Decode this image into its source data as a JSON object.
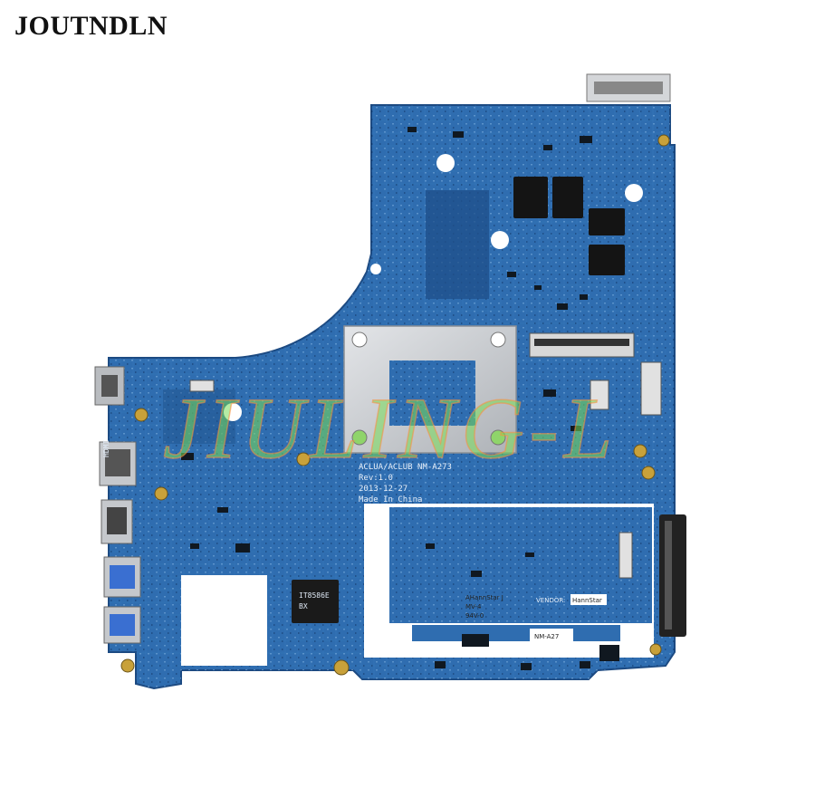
{
  "brand": {
    "text": "JOUTNDLN"
  },
  "board": {
    "model": "ACLUA/ACLUB  NM-A273",
    "rev": "Rev:1.0",
    "date": "2013-12-27",
    "origin": "Made In China",
    "vendor_label": "VENDOR:",
    "vendor_name": "HannStar",
    "tag": "NM-A27",
    "pcb_mark_1": "AHannStar J",
    "pcb_mark_2": "MV-4",
    "pcb_mark_3": "94V-0",
    "chip_1": "IT8586E",
    "chip_2": "BX",
    "hdmi_label": "HDMI"
  },
  "watermark": {
    "text": "JIULING-L"
  },
  "colors": {
    "pcb": "#2f6db0",
    "pcb_dark": "#1f4f8a",
    "metal": "#c9ccd0",
    "watermark_fill": "#78dc5a",
    "watermark_stroke": "#ff8c3c"
  }
}
